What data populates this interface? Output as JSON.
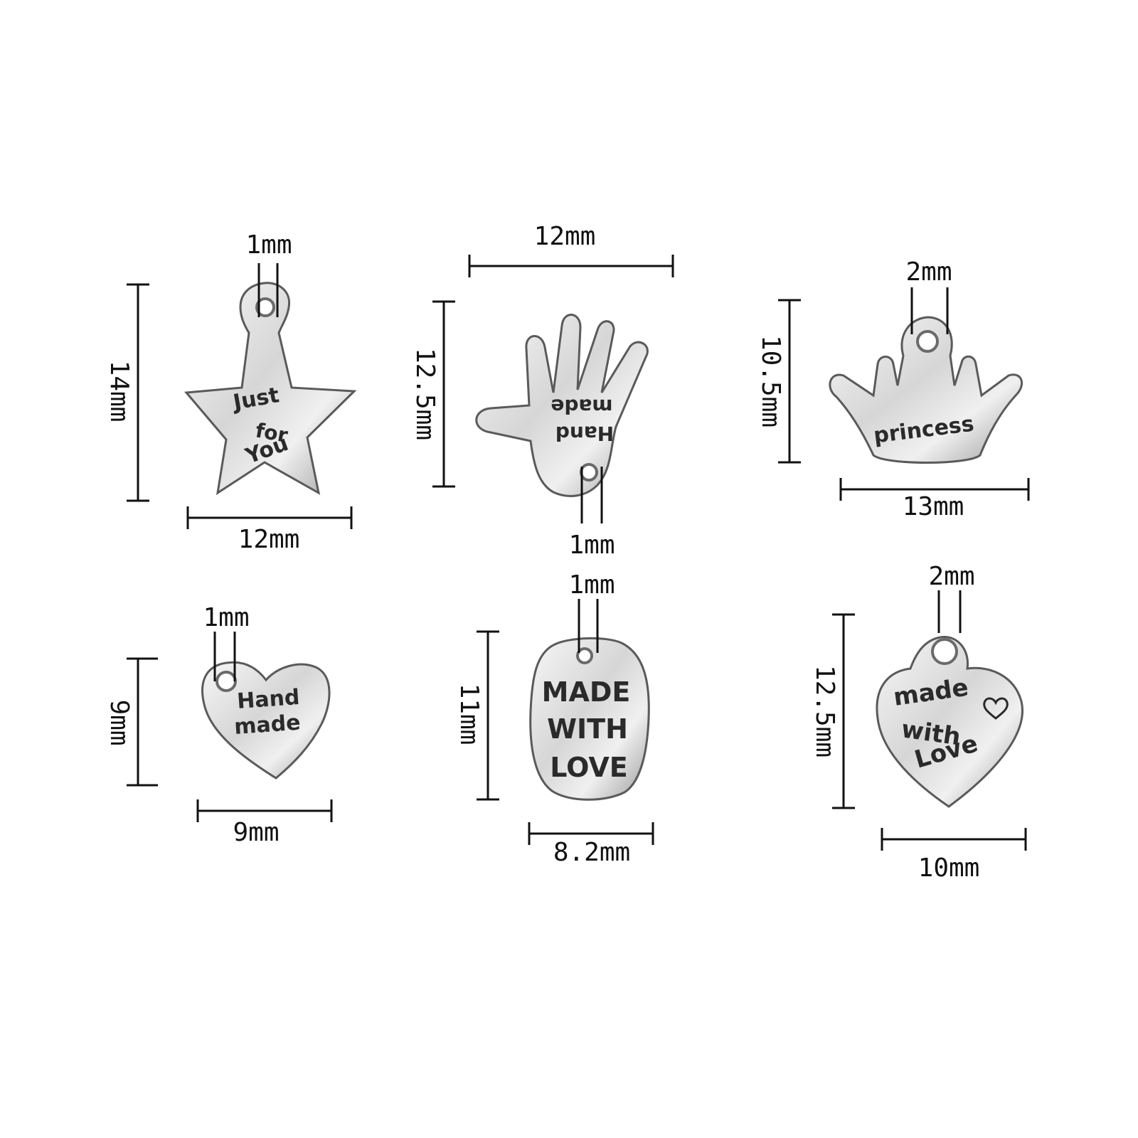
{
  "palette": {
    "metal_light": "#f4f4f4",
    "metal_mid": "#cfcfcf",
    "metal_dark": "#8a8a8a",
    "ink": "#111111"
  },
  "charms": {
    "star": {
      "engraving": [
        "Just",
        "for",
        "You"
      ],
      "height_label": "14mm",
      "width_label": "12mm",
      "loop_label": "1mm"
    },
    "hand": {
      "engraving": [
        "made",
        "Hand"
      ],
      "height_label": "12.5mm",
      "width_label": "12mm",
      "loop_label": "1mm"
    },
    "crown": {
      "engraving": [
        "princess"
      ],
      "height_label": "10.5mm",
      "width_label": "13mm",
      "loop_label": "2mm"
    },
    "small_heart": {
      "engraving": [
        "Hand",
        "made"
      ],
      "height_label": "9mm",
      "width_label": "9mm",
      "loop_label": "1mm"
    },
    "tag": {
      "engraving": [
        "MADE",
        "WITH",
        "LOVE"
      ],
      "height_label": "11mm",
      "width_label": "8.2mm",
      "loop_label": "1mm"
    },
    "heart": {
      "engraving": [
        "made",
        "with",
        "Love"
      ],
      "height_label": "12.5mm",
      "width_label": "10mm",
      "loop_label": "2mm"
    }
  }
}
